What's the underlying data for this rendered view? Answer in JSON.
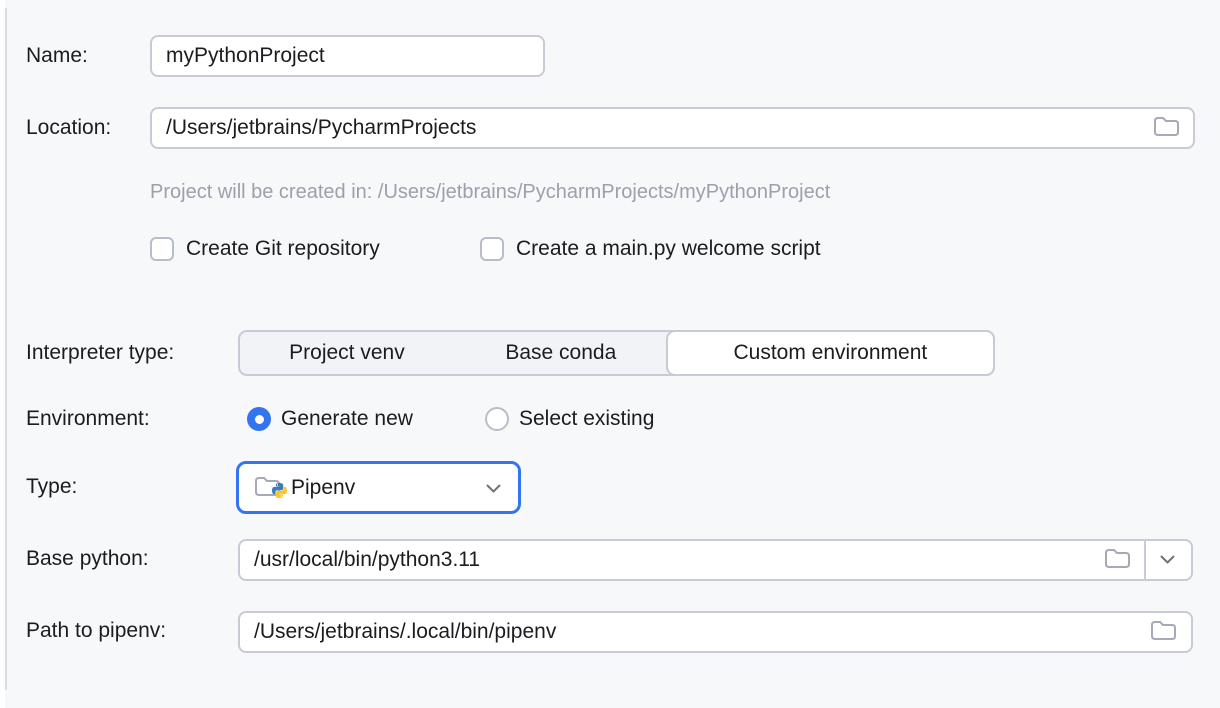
{
  "form": {
    "name": {
      "label": "Name:",
      "value": "myPythonProject"
    },
    "location": {
      "label": "Location:",
      "value": "/Users/jetbrains/PycharmProjects"
    },
    "hint": "Project will be created in: /Users/jetbrains/PycharmProjects/myPythonProject",
    "git_checkbox": {
      "label": "Create Git repository",
      "checked": false
    },
    "main_py_checkbox": {
      "label": "Create a main.py welcome script",
      "checked": false
    },
    "interpreter_type": {
      "label": "Interpreter type:",
      "options": [
        "Project venv",
        "Base conda",
        "Custom environment"
      ],
      "selected": "Custom environment"
    },
    "environment": {
      "label": "Environment:",
      "options": [
        "Generate new",
        "Select existing"
      ],
      "selected": "Generate new"
    },
    "type": {
      "label": "Type:",
      "value": "Pipenv"
    },
    "base_python": {
      "label": "Base python:",
      "value": "/usr/local/bin/python3.11"
    },
    "pipenv_path": {
      "label": "Path to pipenv:",
      "value": "/Users/jetbrains/.local/bin/pipenv"
    }
  },
  "colors": {
    "accent": "#3574F0",
    "background": "#F7F8FA",
    "input_border": "#C8CBD5",
    "hint_text": "#9BA0AB",
    "python_blue": "#387EB8",
    "python_yellow": "#FFC331"
  }
}
